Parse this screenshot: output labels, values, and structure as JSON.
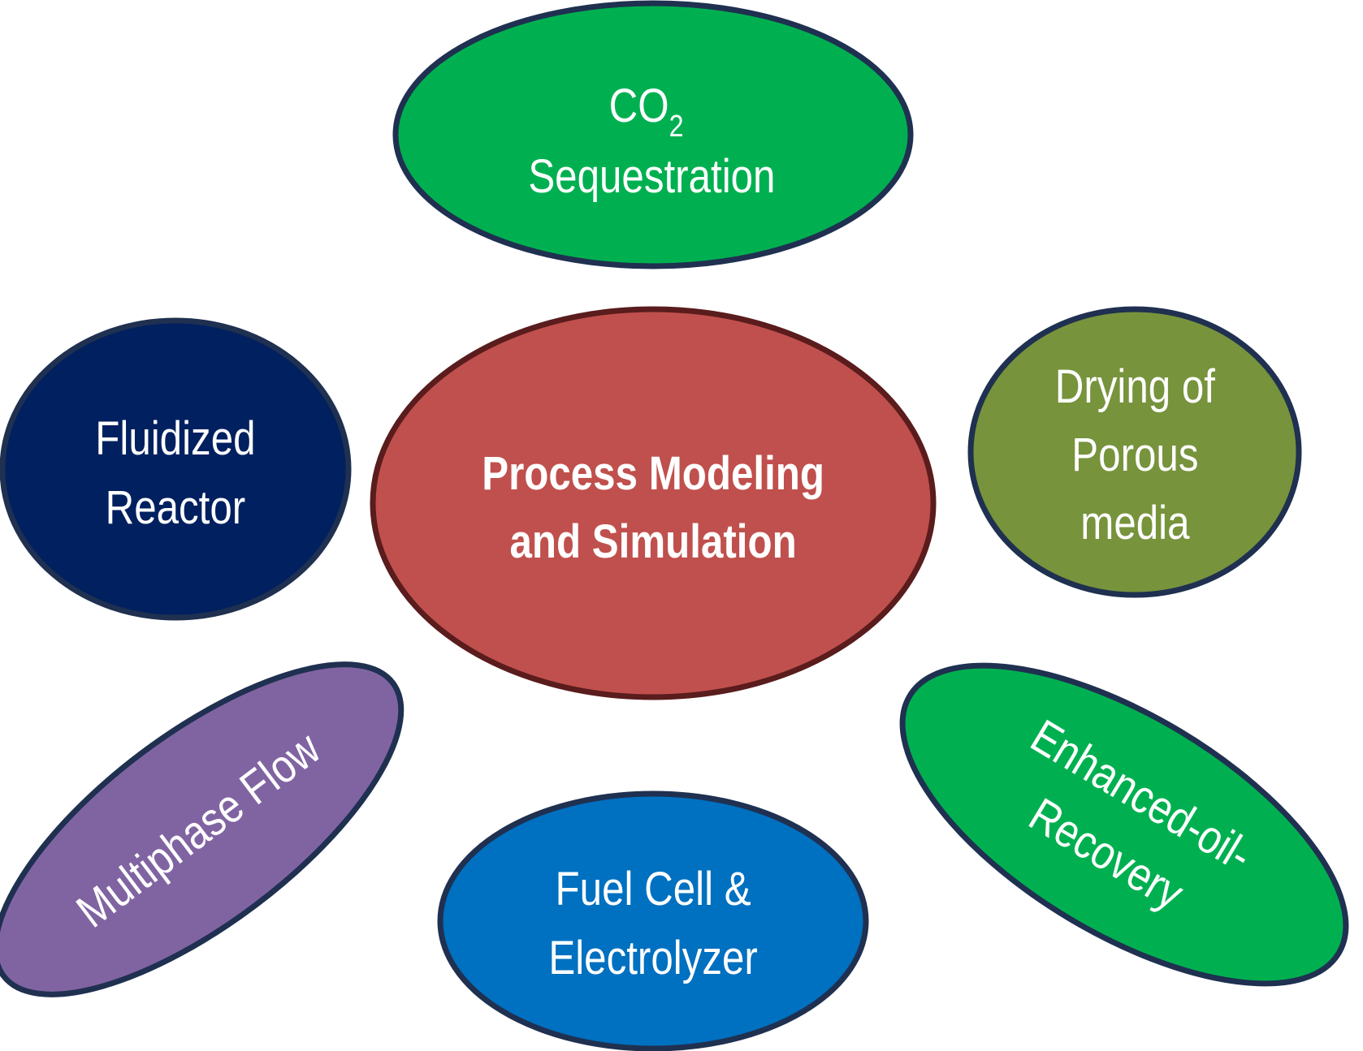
{
  "diagram": {
    "center": {
      "line1": "Process Modeling",
      "line2": "and Simulation",
      "fill": "#C0504D",
      "stroke": "#5A1C1C"
    },
    "co2": {
      "main": "CO",
      "subscript": "2",
      "line2": "Sequestration",
      "fill": "#00B050",
      "stroke": "#1F3050"
    },
    "fluidized": {
      "line1": "Fluidized",
      "line2": "Reactor",
      "fill": "#002060",
      "stroke": "#1F3050"
    },
    "drying": {
      "line1": "Drying of",
      "line2": "Porous",
      "line3": "media",
      "fill": "#77933C",
      "stroke": "#1F3050"
    },
    "multiphase": {
      "line1": "Multiphase Flow",
      "fill": "#8064A2",
      "stroke": "#1F3050"
    },
    "fuelcell": {
      "line1": "Fuel Cell &",
      "line2": "Electrolyzer",
      "fill": "#0070C0",
      "stroke": "#1F3050"
    },
    "eor": {
      "line1": "Enhanced-oil-",
      "line2": "Recovery",
      "fill": "#00B050",
      "stroke": "#1F3050"
    }
  }
}
